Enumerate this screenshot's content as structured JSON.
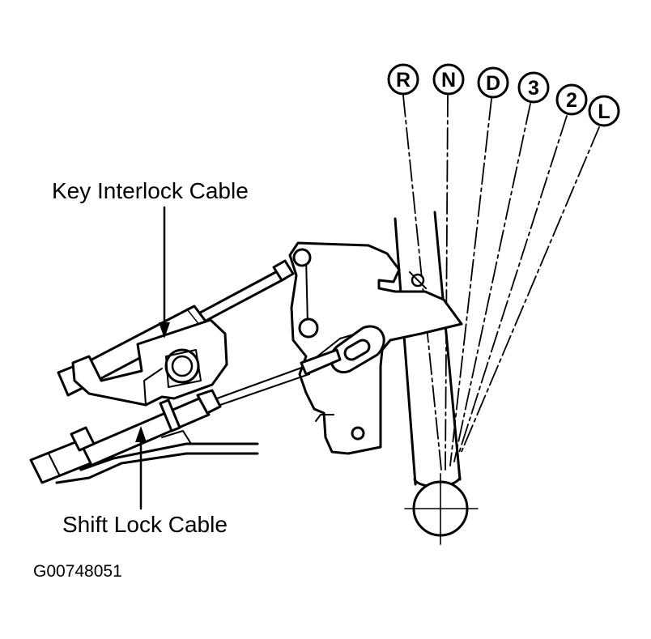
{
  "labels": {
    "key_interlock_cable": "Key Interlock Cable",
    "shift_lock_cable": "Shift Lock Cable",
    "figure_code": "G00748051"
  },
  "shift_positions": [
    "R",
    "N",
    "D",
    "3",
    "2",
    "L"
  ],
  "colors": {
    "line": "#000000",
    "background": "#ffffff"
  }
}
